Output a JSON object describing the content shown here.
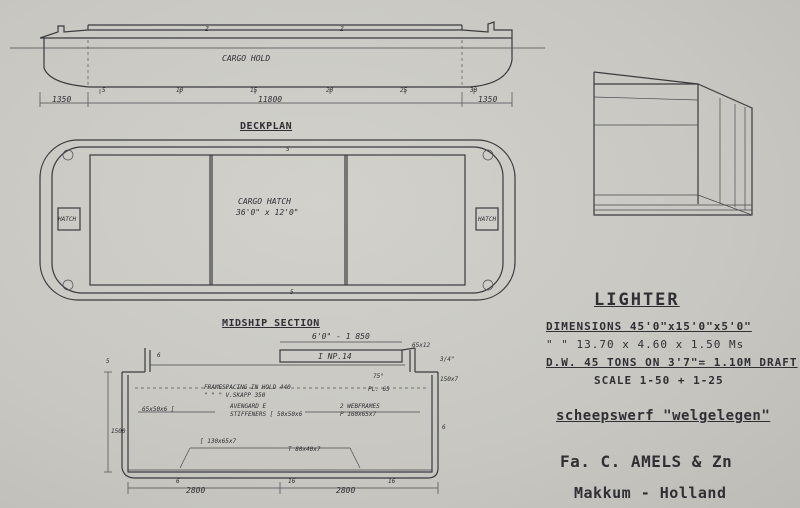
{
  "side": {
    "cargo_hold": "CARGO HOLD",
    "frame_mark": "Z",
    "frames": [
      "5",
      "10",
      "15",
      "20",
      "25",
      "30"
    ],
    "dim_end": "1350",
    "dim_mid": "11800"
  },
  "deck": {
    "heading": "DECKPLAN",
    "hatch": "CARGO HATCH",
    "hatch_size": "36'0\" x 12'0\"",
    "end_hatch": "HATCH",
    "mark": "5"
  },
  "midship": {
    "heading": "MIDSHIP SECTION",
    "beam": "6'0\" - 1 850",
    "beam_label": "I NP.14",
    "plate": "65x12",
    "note_r": "3/4\"",
    "note_5": "5",
    "note_6": "6",
    "angle": "75°",
    "bar": "150x7",
    "frame_spacing": "FRAMESPACING IN HOLD 440",
    "frame_spacing_2": "\"   \"   \"   V.SKAPP 350",
    "plate_2": "PL. 65",
    "angle_profile": "65x50x6 [",
    "stiffener": "AVENGARD E",
    "stiffener_2": "STIFFENERS [ 50x50x6",
    "web": "2 WEBFRAMES",
    "web_2": "P 160x65x7",
    "depth_mark": "1500",
    "floor": "[ 130x65x7",
    "keel": "T 80x40x7",
    "mid": "16",
    "half_width": "2800"
  },
  "titleblock": {
    "vessel": "LIGHTER",
    "dimensions": "DIMENSIONS 45'0\"x15'0\"x5'0\"",
    "dimensions_m": "\"     \"     13.70 x 4.60 x 1.50 Ms",
    "deadweight": "D.W. 45 TONS ON 3'7\"= 1.10M DRAFT",
    "scale": "SCALE 1-50 + 1-25",
    "yard": "scheepswerf \"welgelegen\"",
    "company": "Fa. C. AMELS & Zn",
    "location": "Makkum - Holland"
  }
}
